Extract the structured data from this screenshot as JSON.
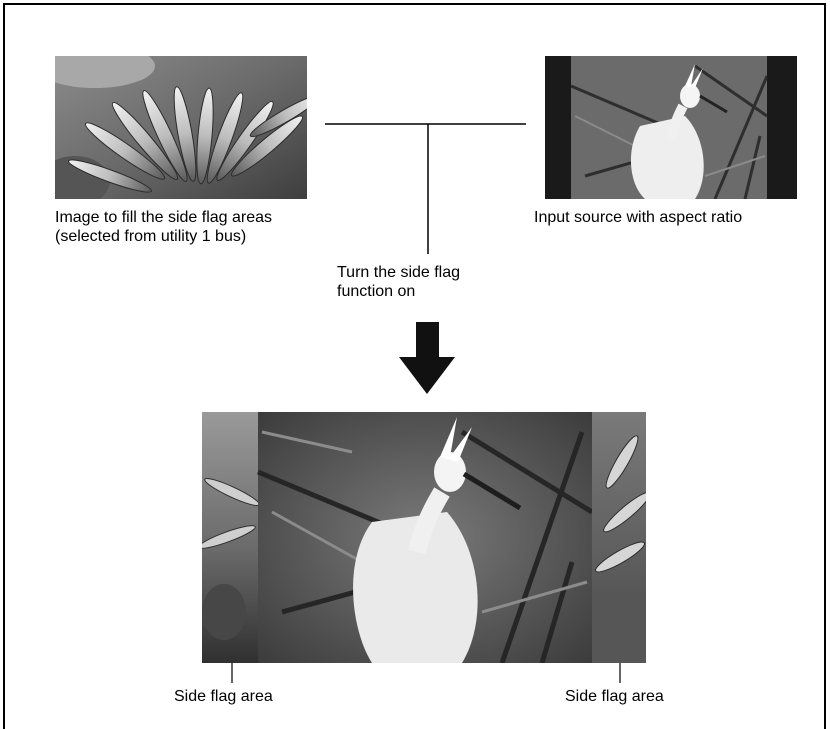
{
  "labels": {
    "fill_image_caption": "Image to fill the side flag areas (selected from utility 1 bus)",
    "input_source_caption": "Input source with aspect ratio",
    "instruction": "Turn the side flag function on",
    "side_flag_left": "Side flag area",
    "side_flag_right": "Side flag area"
  },
  "colors": {
    "line": "#000000",
    "pillarbox": "#1a1a1a",
    "arrow": "#111111"
  }
}
